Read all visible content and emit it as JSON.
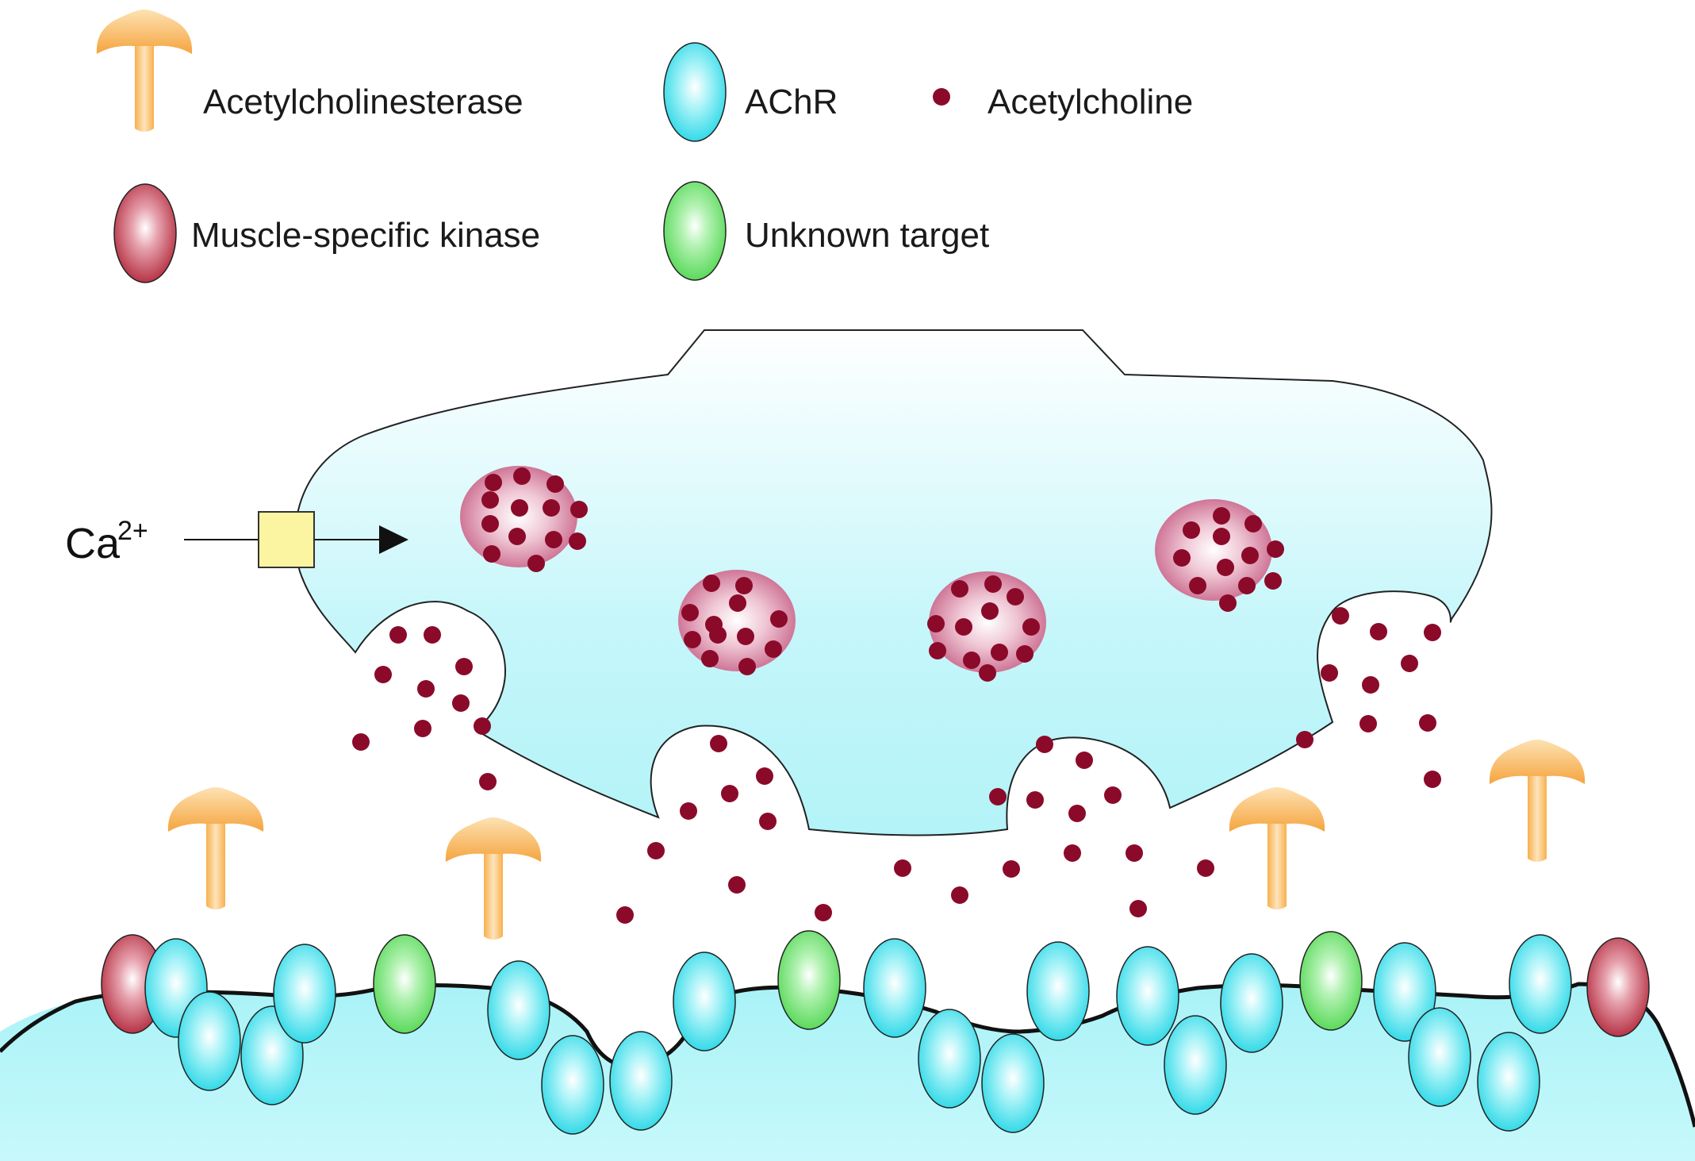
{
  "legend": {
    "acetylcholinesterase": "Acetylcholinesterase",
    "achr": "AChR",
    "acetylcholine": "Acetylcholine",
    "musk": "Muscle-specific kinase",
    "unknown": "Unknown target"
  },
  "calcium": {
    "label": "Ca",
    "charge": "2+"
  },
  "colors": {
    "achr": "#49e3ef",
    "musk": "#c0394a",
    "unknown": "#6ee26e",
    "ache": "#f6b04e",
    "ach_dot": "#8b0a2a",
    "vesicle": "#c86a8a",
    "terminal_fill": "#c9f8fb",
    "muscle_fill": "#b6f6f9",
    "channel": "#fbf4a0"
  },
  "icons": {
    "ache": "mushroom-shaped-enzyme-icon",
    "achr": "cyan-oval-receptor-icon",
    "ach": "dark-red-dot-icon",
    "musk": "red-oval-kinase-icon",
    "unknown": "green-oval-target-icon"
  }
}
